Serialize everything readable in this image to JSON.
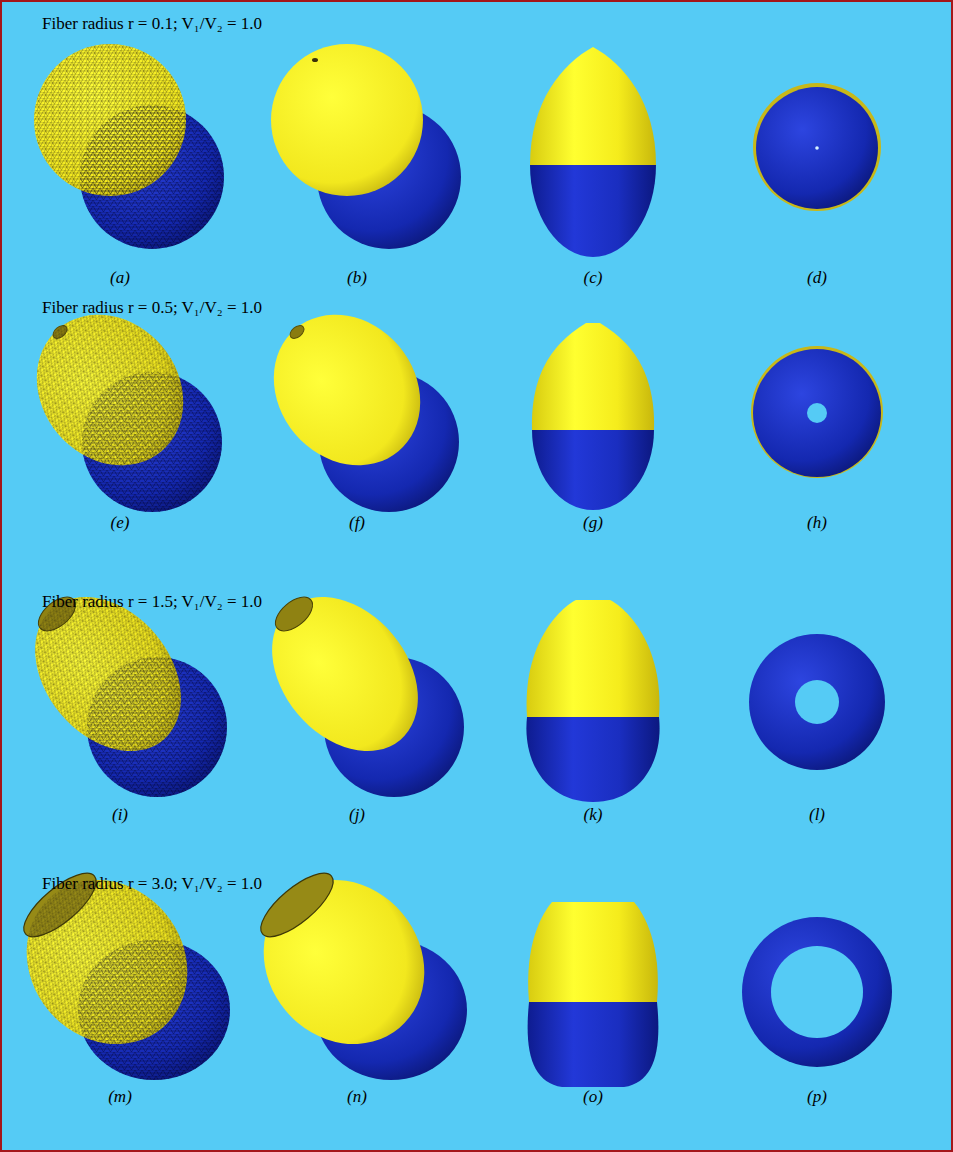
{
  "diagram": {
    "labels": [
      "Fiber radius r = 0.1; V₁/V₂ = 1.0",
      "(a)",
      "(b)",
      "(c)",
      "(d)",
      "Fiber radius r = 0.5; V₁/V₂ = 1.0",
      "(e)",
      "(f)",
      "(g)",
      "(h)",
      "Fiber radius r = 1.5; V₁/V₂ = 1.0",
      "(i)",
      "(j)",
      "(k)",
      "(l)",
      "Fiber radius r = 3.0; V₁/V₂ = 1.0",
      "(m)",
      "(n)",
      "(o)",
      "(p)"
    ]
  }
}
